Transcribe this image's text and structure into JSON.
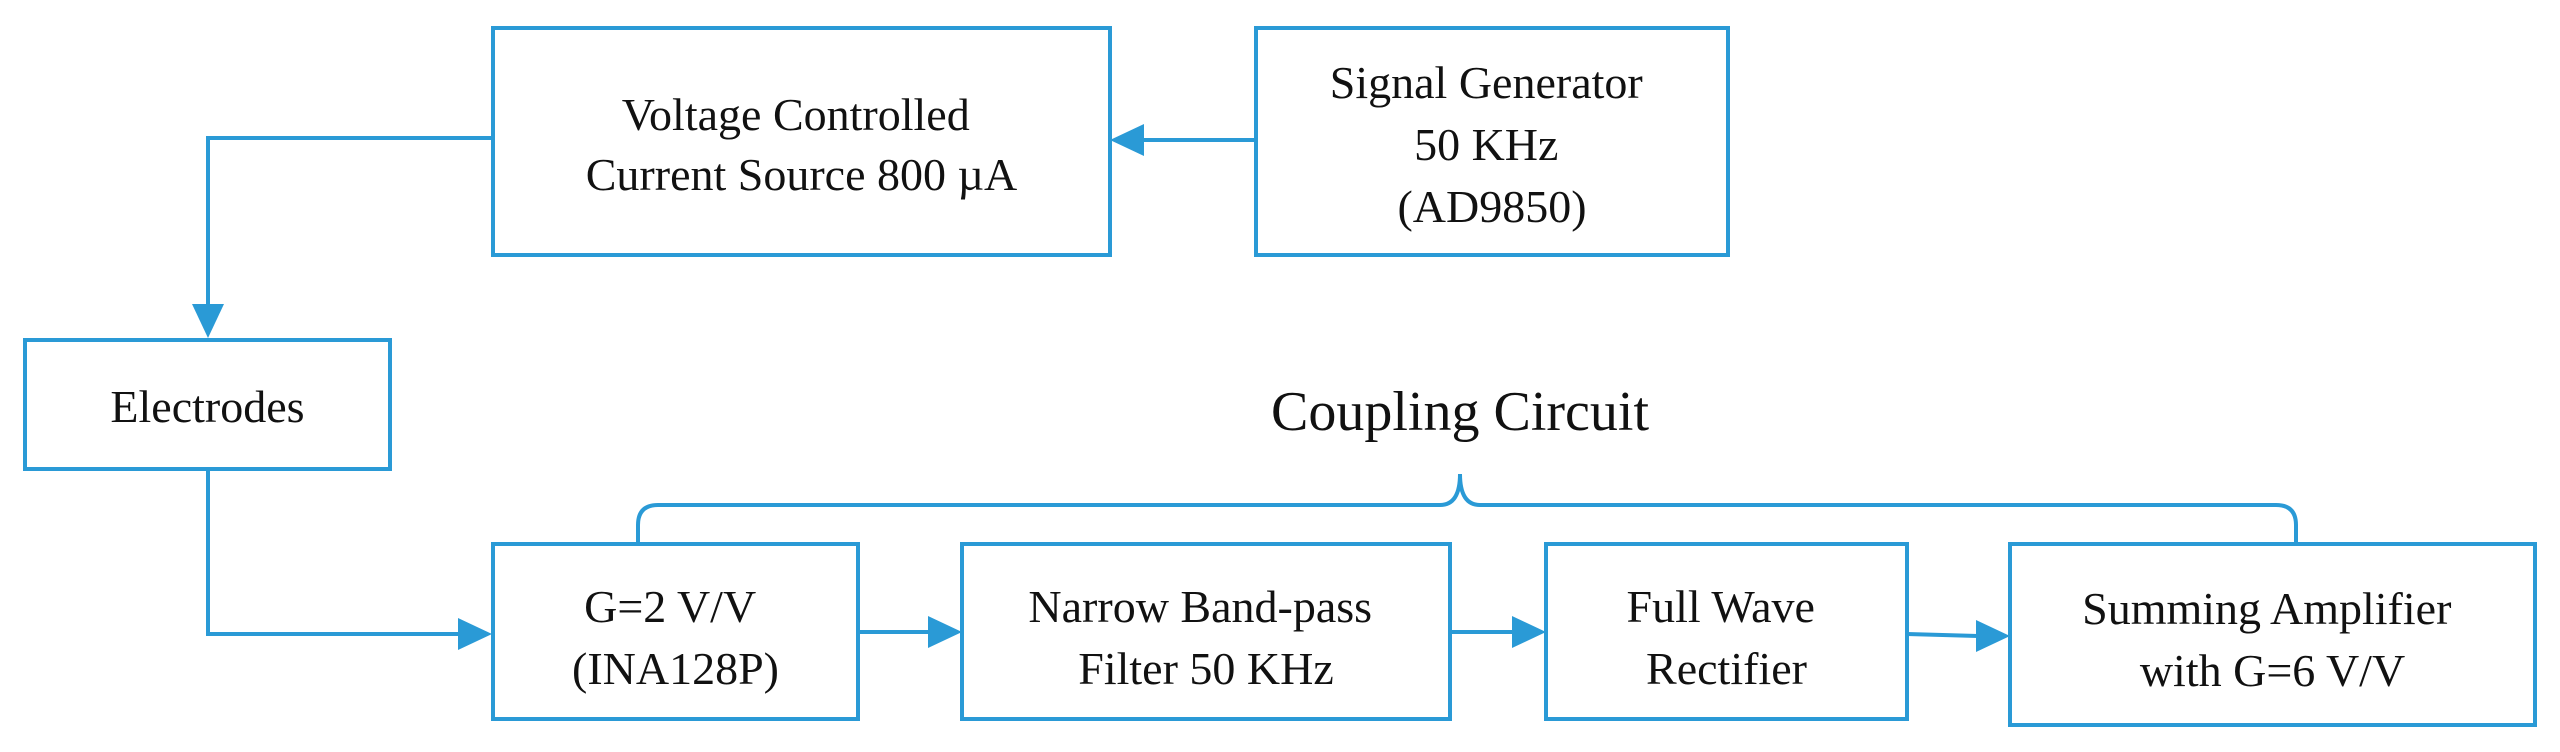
{
  "colors": {
    "accent": "#2a9ad6",
    "text": "#111111",
    "background": "#ffffff"
  },
  "blocks": {
    "vccs": {
      "lines": [
        "Voltage Controlled",
        "Current Source 800 µA"
      ]
    },
    "signal_generator": {
      "lines": [
        "Signal Generator",
        "50 KHz",
        "(AD9850)"
      ]
    },
    "electrodes": {
      "lines": [
        "Electrodes"
      ]
    },
    "ina": {
      "lines": [
        "G=2 V/V",
        "(INA128P)"
      ]
    },
    "bandpass": {
      "lines": [
        "Narrow Band-pass",
        "Filter 50 KHz"
      ]
    },
    "rectifier": {
      "lines": [
        "Full Wave",
        "Rectifier"
      ]
    },
    "summing": {
      "lines": [
        "Summing Amplifier",
        "with G=6 V/V"
      ]
    }
  },
  "group": {
    "label": "Coupling Circuit"
  }
}
